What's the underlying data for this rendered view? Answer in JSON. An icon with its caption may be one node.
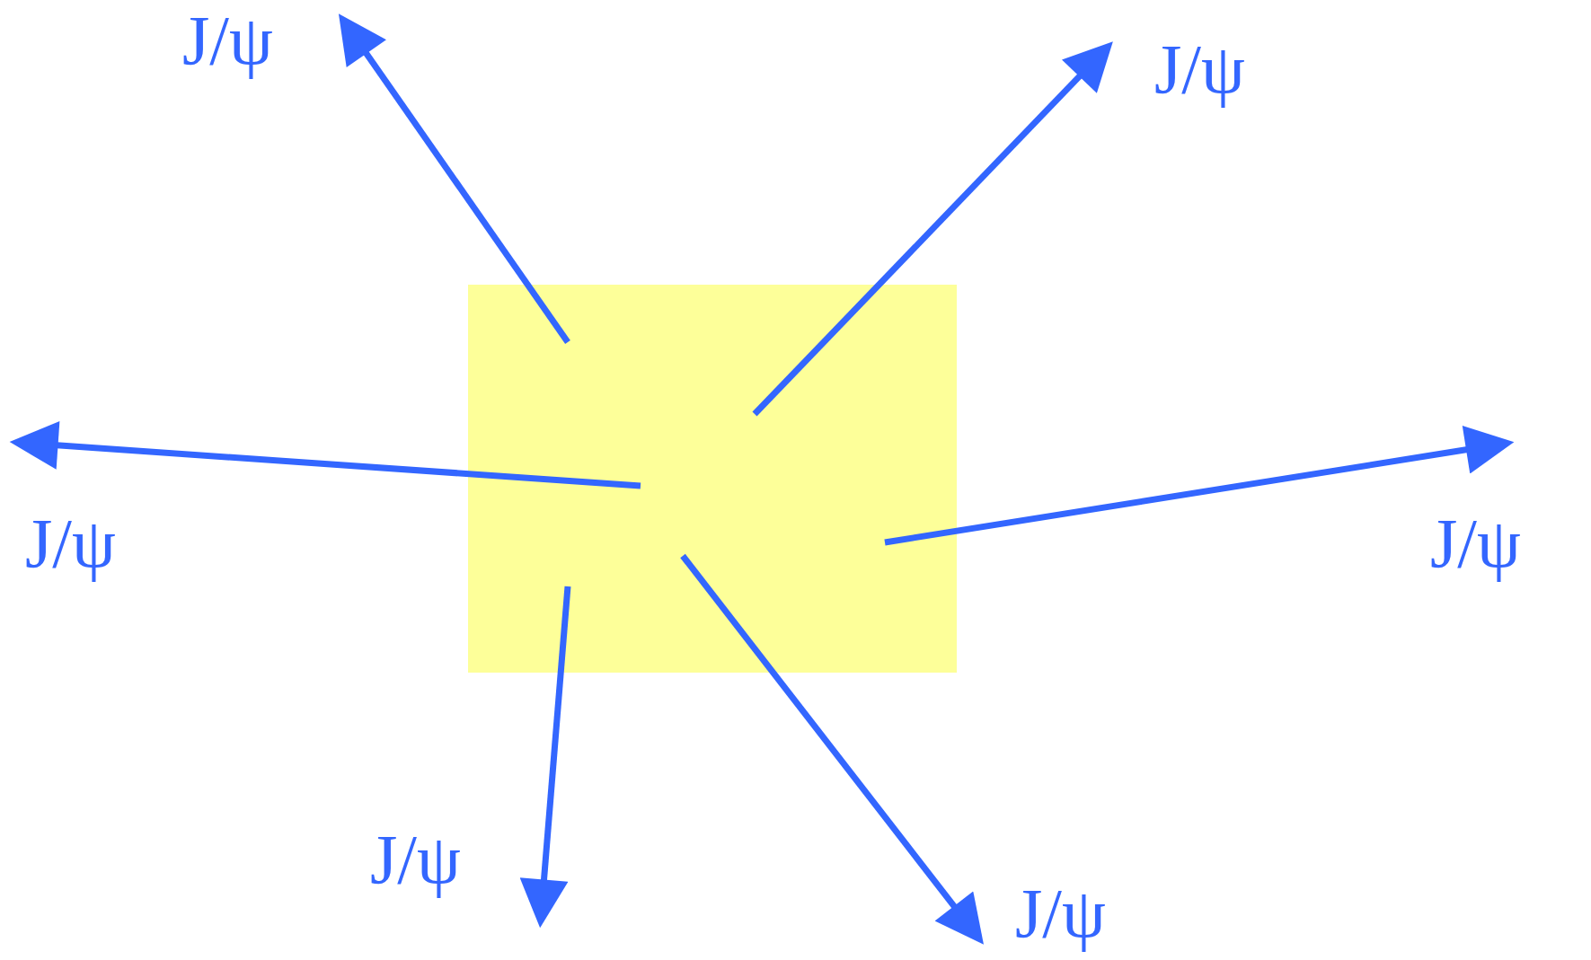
{
  "diagram": {
    "nodes": [
      {
        "text": [],
        "shape": "box"
      },
      {
        "text": [
          "J/ψ"
        ]
      },
      {
        "text": [
          "J/ψ"
        ]
      },
      {
        "text": [
          "J/ψ"
        ]
      },
      {
        "text": [
          "J/ψ"
        ]
      },
      {
        "text": [
          "J/ψ"
        ]
      },
      {
        "text": [
          "J/ψ"
        ]
      }
    ],
    "edges": [
      {
        "from": 0,
        "to": 1,
        "arrow": "to"
      },
      {
        "from": 0,
        "to": 2,
        "arrow": "to"
      },
      {
        "from": 0,
        "to": 3,
        "arrow": "to"
      },
      {
        "from": 0,
        "to": 4,
        "arrow": "to"
      },
      {
        "from": 0,
        "to": 5,
        "arrow": "to"
      },
      {
        "from": 0,
        "to": 6,
        "arrow": "to"
      }
    ]
  }
}
